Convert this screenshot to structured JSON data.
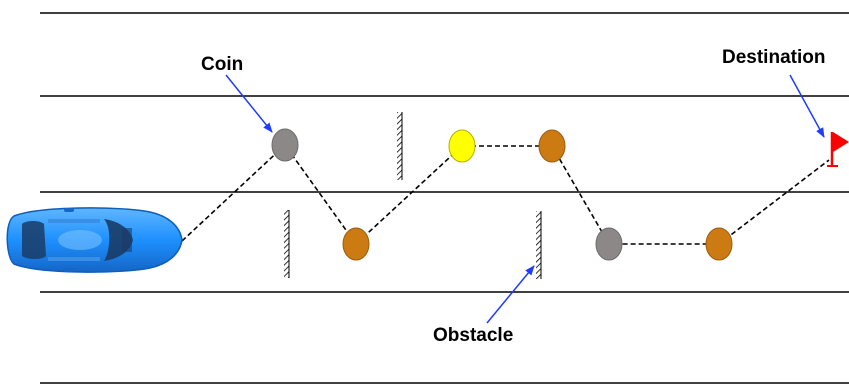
{
  "labels": {
    "coin": "Coin",
    "destination": "Destination",
    "obstacle": "Obstacle"
  },
  "colors": {
    "lane_line": "#000000",
    "path": "#000000",
    "arrow": "#1f3cff",
    "coin_gray": "#8c8888",
    "coin_orange": "#cc7a12",
    "coin_yellow": "#ffff00",
    "flag": "#ff0000",
    "car_body": "#1e90ff",
    "car_dark": "#1a3c66"
  },
  "coins": [
    {
      "id": "coin-1",
      "color": "gray"
    },
    {
      "id": "coin-2",
      "color": "orange"
    },
    {
      "id": "coin-3",
      "color": "yellow"
    },
    {
      "id": "coin-4",
      "color": "orange"
    },
    {
      "id": "coin-5",
      "color": "gray"
    },
    {
      "id": "coin-6",
      "color": "orange"
    }
  ],
  "icons": {
    "vehicle": "car-icon",
    "destination": "flag-icon",
    "obstacle": "barrier-icon"
  }
}
